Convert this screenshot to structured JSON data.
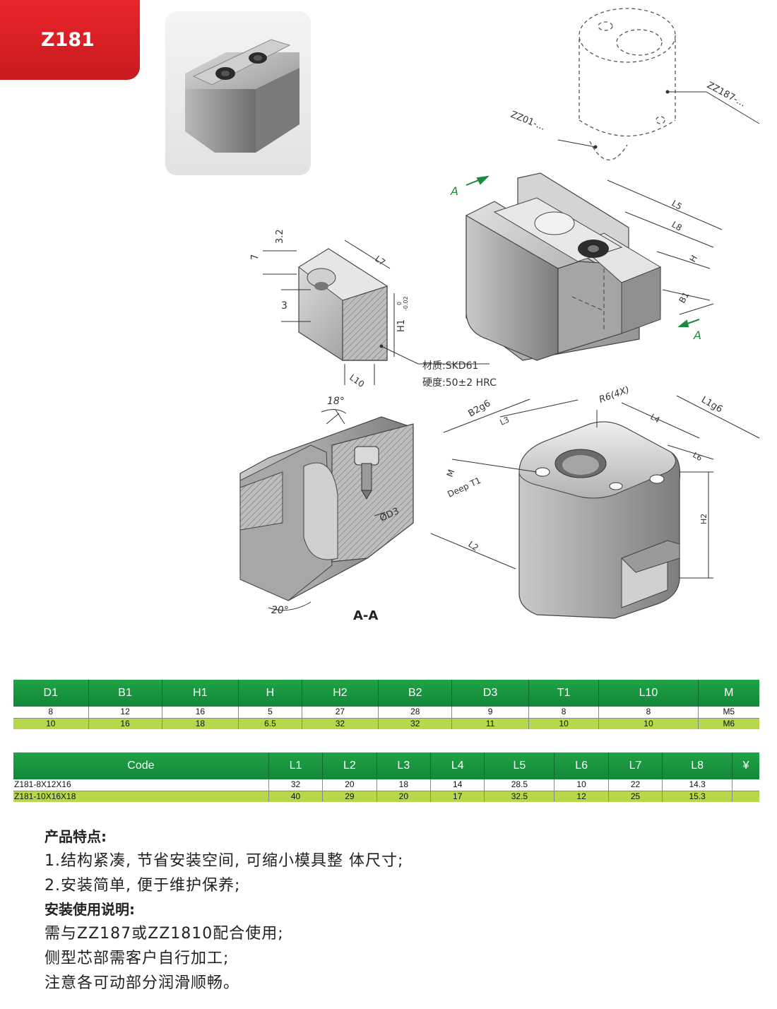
{
  "header": {
    "code": "Z181"
  },
  "drawing": {
    "labels": {
      "zz01": "ZZ01-...",
      "zz187": "ZZ187-...",
      "section_a": "A",
      "l5": "L5",
      "l8": "L8",
      "h": "H",
      "b1": "B1",
      "dim_32": "3.2",
      "dim_7": "7",
      "dim_3": "3",
      "l7": "L7",
      "h1": "H1",
      "h1_tol_upper": "0",
      "h1_tol_lower": "-0.02",
      "l10": "L10",
      "material": "材质:SKD61",
      "hardness": "硬度:50±2 HRC",
      "angle_18": "18°",
      "angle_20": "20°",
      "d3": "ØD3",
      "section_aa": "A-A",
      "b2g6": "B2g6",
      "l3": "L3",
      "r6": "R6(4X)",
      "l4": "L4",
      "l1g6": "L1g6",
      "l6": "L6",
      "m": "M",
      "deep_t1": "Deep T1",
      "l2": "L2",
      "h2": "H2"
    }
  },
  "table1": {
    "headers": [
      "D1",
      "B1",
      "H1",
      "H",
      "H2",
      "B2",
      "D3",
      "T1",
      "L10",
      "M"
    ],
    "rows": [
      [
        "8",
        "12",
        "16",
        "5",
        "27",
        "28",
        "9",
        "8",
        "8",
        "M5"
      ],
      [
        "10",
        "16",
        "18",
        "6.5",
        "32",
        "32",
        "11",
        "10",
        "10",
        "M6"
      ]
    ]
  },
  "table2": {
    "headers": [
      "Code",
      "L1",
      "L2",
      "L3",
      "L4",
      "L5",
      "L6",
      "L7",
      "L8",
      "¥"
    ],
    "rows": [
      [
        "Z181-8X12X16",
        "32",
        "20",
        "18",
        "14",
        "28.5",
        "10",
        "22",
        "14.3",
        ""
      ],
      [
        "Z181-10X16X18",
        "40",
        "29",
        "20",
        "17",
        "32.5",
        "12",
        "25",
        "15.3",
        ""
      ]
    ]
  },
  "notes": {
    "features_title": "产品特点:",
    "feature_1": "1.结构紧凑, 节省安装空间, 可缩小模具整 体尺寸;",
    "feature_2": "2.安装简单, 便于维护保养;",
    "usage_title": "安装使用说明:",
    "usage_1": "需与ZZ187或ZZ1810配合使用;",
    "usage_2": "侧型芯部需客户自行加工;",
    "usage_3": "注意各可动部分润滑顺畅。"
  }
}
